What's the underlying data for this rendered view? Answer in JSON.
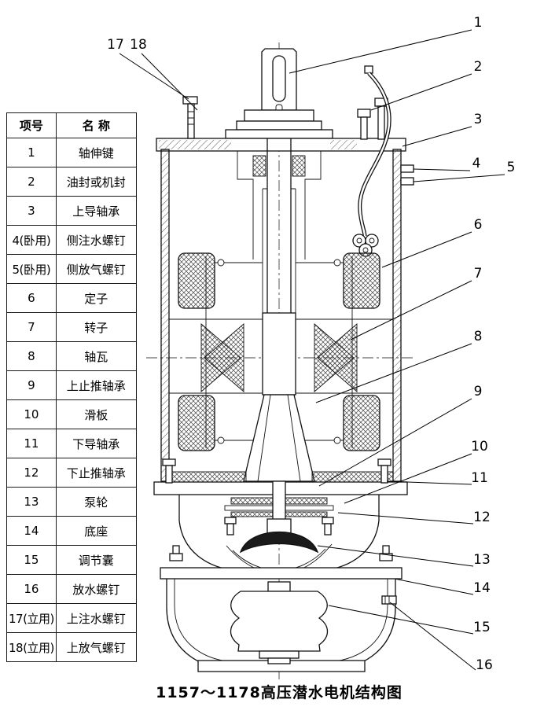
{
  "table": {
    "headers": {
      "id": "项号",
      "name": "名 称"
    },
    "rows": [
      {
        "id": "1",
        "name": "轴伸键"
      },
      {
        "id": "2",
        "name": "油封或机封"
      },
      {
        "id": "3",
        "name": "上导轴承"
      },
      {
        "id": "4(卧用)",
        "name": "侧注水螺钉"
      },
      {
        "id": "5(卧用)",
        "name": "侧放气螺钉"
      },
      {
        "id": "6",
        "name": "定子"
      },
      {
        "id": "7",
        "name": "转子"
      },
      {
        "id": "8",
        "name": "轴瓦"
      },
      {
        "id": "9",
        "name": "上止推轴承"
      },
      {
        "id": "10",
        "name": "滑板"
      },
      {
        "id": "11",
        "name": "下导轴承"
      },
      {
        "id": "12",
        "name": "下止推轴承"
      },
      {
        "id": "13",
        "name": "泵轮"
      },
      {
        "id": "14",
        "name": "底座"
      },
      {
        "id": "15",
        "name": "调节囊"
      },
      {
        "id": "16",
        "name": "放水螺钉"
      },
      {
        "id": "17(立用)",
        "name": "上注水螺钉"
      },
      {
        "id": "18(立用)",
        "name": "上放气螺钉"
      }
    ]
  },
  "callouts": {
    "right": [
      "1",
      "2",
      "3",
      "4",
      "5",
      "6",
      "7",
      "8",
      "9",
      "10",
      "11",
      "12",
      "13",
      "14",
      "15",
      "16"
    ],
    "top_left": [
      "17",
      "18"
    ]
  },
  "caption": "1157～1178高压潜水电机结构图",
  "colors": {
    "line": "#000000",
    "background": "#ffffff"
  }
}
